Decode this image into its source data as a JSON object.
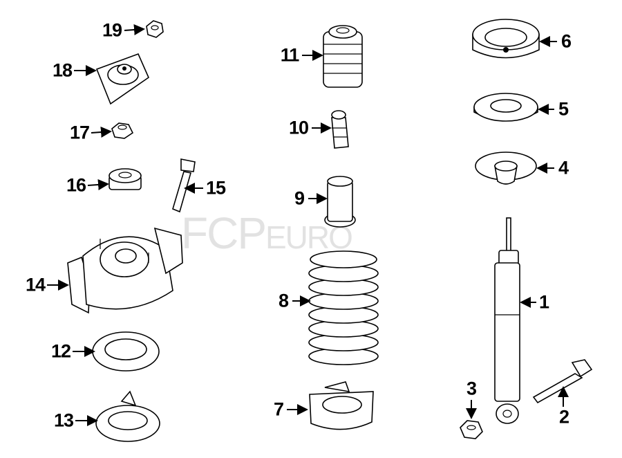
{
  "diagram": {
    "watermark": {
      "brand": "FCP",
      "suffix": "EURO"
    },
    "callouts": [
      {
        "id": "c1",
        "label": "1"
      },
      {
        "id": "c2",
        "label": "2"
      },
      {
        "id": "c3",
        "label": "3"
      },
      {
        "id": "c4",
        "label": "4"
      },
      {
        "id": "c5",
        "label": "5"
      },
      {
        "id": "c6",
        "label": "6"
      },
      {
        "id": "c7",
        "label": "7"
      },
      {
        "id": "c8",
        "label": "8"
      },
      {
        "id": "c9",
        "label": "9"
      },
      {
        "id": "c10",
        "label": "10"
      },
      {
        "id": "c11",
        "label": "11"
      },
      {
        "id": "c12",
        "label": "12"
      },
      {
        "id": "c13",
        "label": "13"
      },
      {
        "id": "c14",
        "label": "14"
      },
      {
        "id": "c15",
        "label": "15"
      },
      {
        "id": "c16",
        "label": "16"
      },
      {
        "id": "c17",
        "label": "17"
      },
      {
        "id": "c18",
        "label": "18"
      },
      {
        "id": "c19",
        "label": "19"
      }
    ]
  }
}
